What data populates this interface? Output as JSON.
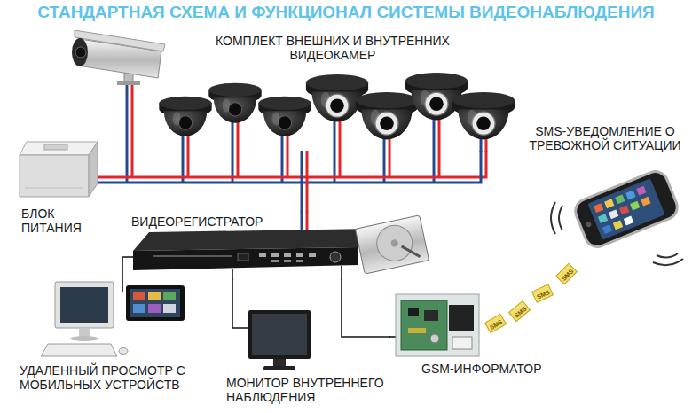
{
  "diagram": {
    "title": "СТАНДАРТНАЯ СХЕМА И ФУНКЦИОНАЛ СИСТЕМЫ ВИДЕОНАБЛЮДЕНИЯ",
    "nodes": [
      {
        "text": [
          "КОМПЛЕКТ ВНЕШНИХ И ВНУТРЕННИХ ВИДЕОКАМЕР"
        ]
      },
      {
        "text": [
          "SMS-УВЕДОМЛЕНИЕ О ТРЕВОЖНОЙ СИТУАЦИИ"
        ]
      },
      {
        "text": [
          "БЛОК ПИТАНИЯ"
        ]
      },
      {
        "text": [
          "ВИДЕОРЕГИСТРАТОР"
        ]
      },
      {
        "text": [
          "УДАЛЕННЫЙ ПРОСМОТР С МОБИЛЬНЫХ УСТРОЙСТВ"
        ]
      },
      {
        "text": [
          "МОНИТОР ВНУТРЕННЕГО НАБЛЮДЕНИЯ"
        ]
      },
      {
        "text": [
          "GSM-ИНФОРМАТОР"
        ]
      }
    ],
    "edges": [
      {
        "from": 2,
        "to": 0,
        "arrow": "none"
      },
      {
        "from": 0,
        "to": 3,
        "arrow": "none"
      },
      {
        "from": 3,
        "to": 4,
        "arrow": "none"
      },
      {
        "from": 3,
        "to": 5,
        "arrow": "none"
      },
      {
        "from": 3,
        "to": 6,
        "arrow": "none"
      }
    ],
    "labels": [
      "SMS",
      "SMS",
      "SMS",
      "SMS"
    ]
  }
}
